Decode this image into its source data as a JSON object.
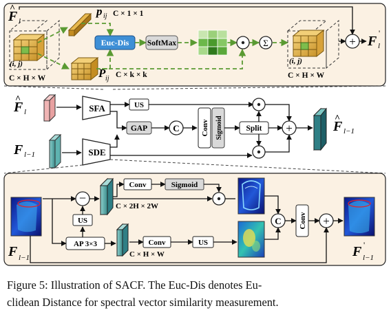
{
  "top_panel": {
    "input_label": "F",
    "input_sub": "l",
    "output_label": "F",
    "output_sub": "l",
    "output_sup": "'",
    "proj_vec_label": "p",
    "proj_vec_sub": "ij",
    "proj_vec_dims": "C × 1 × 1",
    "proj_patch_label": "P",
    "proj_patch_sub": "ij",
    "proj_patch_dims": "C × k × k",
    "block_euc": "Euc-Dis",
    "block_softmax": "SoftMax",
    "sum_symbol": "Σ",
    "dims_left": "C × H × W",
    "dims_right": "C × H × W",
    "pos_left": "(i, j)",
    "pos_right": "(i, j)"
  },
  "middle_panel": {
    "f_hat_label": "F",
    "f_hat_sub": "l",
    "f_prev_label": "F",
    "f_prev_sub": "l−1",
    "sfa": "SFA",
    "sde": "SDE",
    "us": "US",
    "gap": "GAP",
    "c": "C",
    "conv": "Conv",
    "sigmoid": "Sigmoid",
    "split": "Split",
    "out_label": "F",
    "out_sub": "l−1"
  },
  "bottom_panel": {
    "us": "US",
    "ap": "AP 3×3",
    "conv_a": "Conv",
    "sigmoid": "Sigmoid",
    "conv_b": "Conv",
    "us_b": "US",
    "dims_a": "C × 2H × 2W",
    "dims_b": "C × H × W",
    "c": "C",
    "conv_v": "Conv",
    "in_label": "F",
    "in_sub": "l−1",
    "out_label": "F",
    "out_sub": "l−1",
    "out_sup": "'"
  },
  "caption": {
    "line1": "Figure 5: Illustration of SACF. The Euc-Dis denotes Eu-",
    "line2": "clidean Distance for spectral vector similarity measurement."
  }
}
